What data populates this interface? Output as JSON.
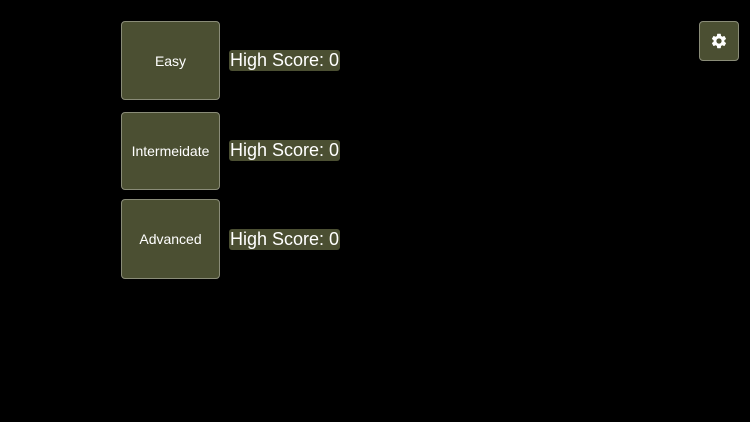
{
  "levels": [
    {
      "label": "Easy",
      "high_score_text": "High Score: 0"
    },
    {
      "label": "Intermeidate",
      "high_score_text": "High Score: 0"
    },
    {
      "label": "Advanced",
      "high_score_text": "High Score: 0"
    }
  ],
  "settings": {
    "icon": "gear-icon"
  },
  "colors": {
    "background": "#000000",
    "button_fill": "#4b4f32",
    "button_border": "#8a8c78",
    "text": "#ffffff"
  }
}
